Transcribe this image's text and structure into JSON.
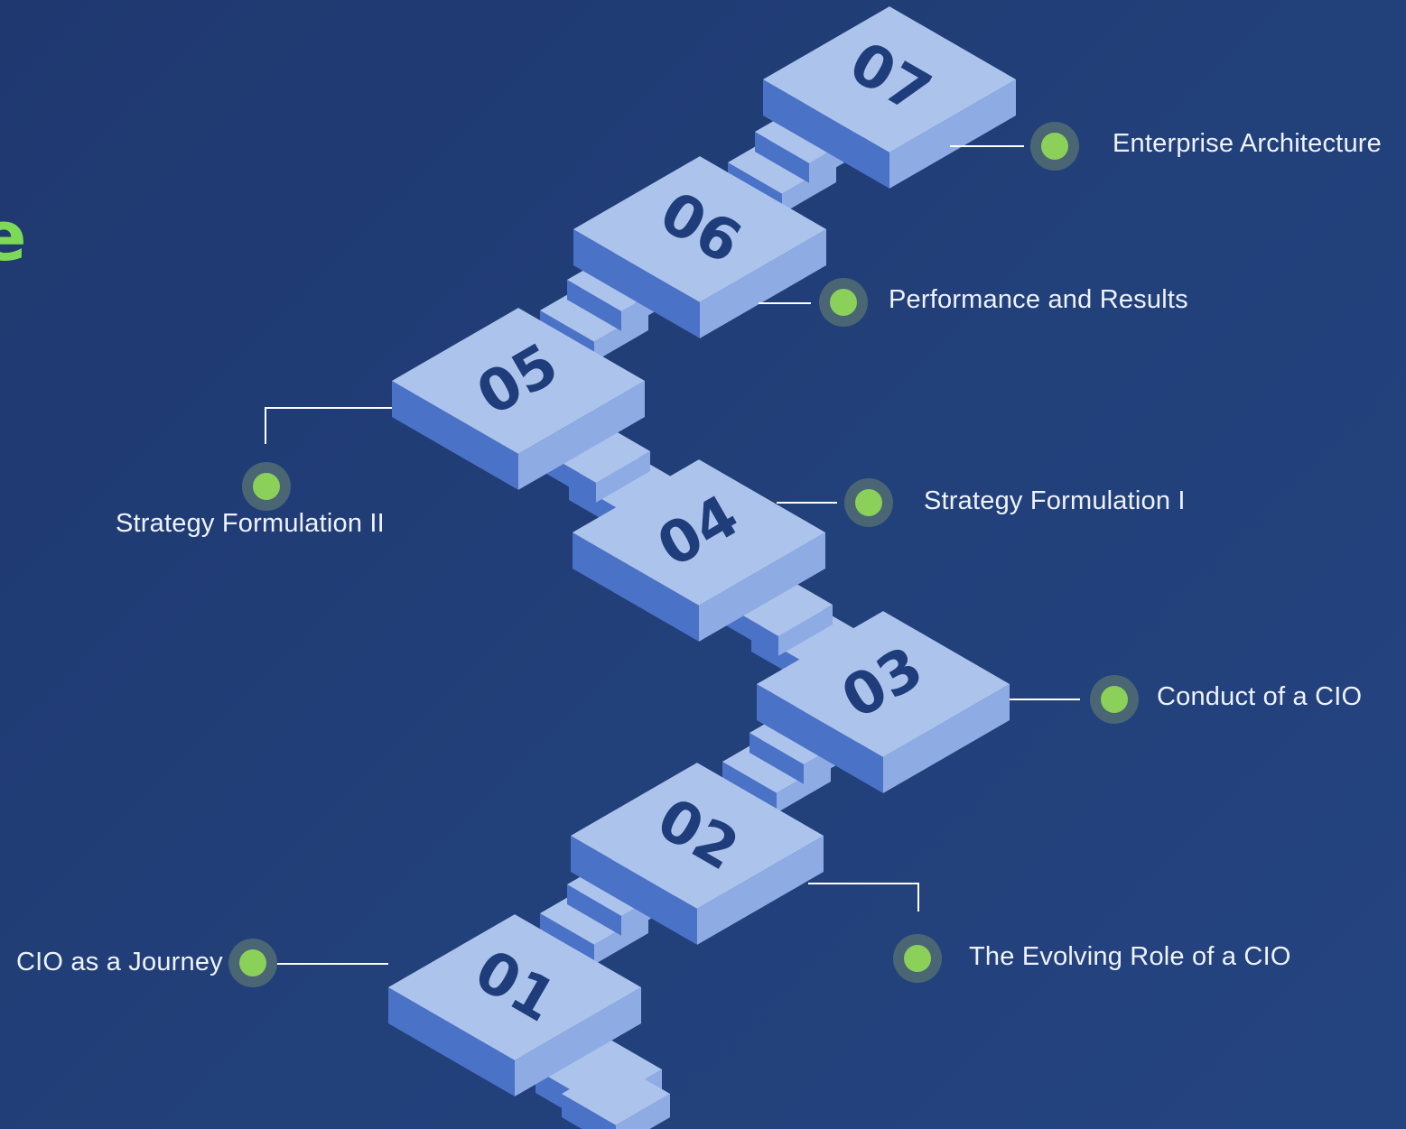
{
  "title_fragment": "e",
  "steps": [
    {
      "number": "01",
      "label": "CIO as a Journey"
    },
    {
      "number": "02",
      "label": "The Evolving Role of a CIO"
    },
    {
      "number": "03",
      "label": "Conduct of a CIO"
    },
    {
      "number": "04",
      "label": "Strategy Formulation I"
    },
    {
      "number": "05",
      "label": "Strategy Formulation II"
    },
    {
      "number": "06",
      "label": "Performance and Results"
    },
    {
      "number": "07",
      "label": "Enterprise Architecture"
    }
  ],
  "colors": {
    "background": "#22407a",
    "block_top": "#acc3ec",
    "block_left_side": "#4a72c7",
    "block_right_side": "#8eabe3",
    "number_text": "#1f3d7a",
    "marker_dot": "#8bd058",
    "marker_ring": "#4a6674",
    "connector_line": "#ffffff",
    "title_fragment": "#7ed957"
  }
}
